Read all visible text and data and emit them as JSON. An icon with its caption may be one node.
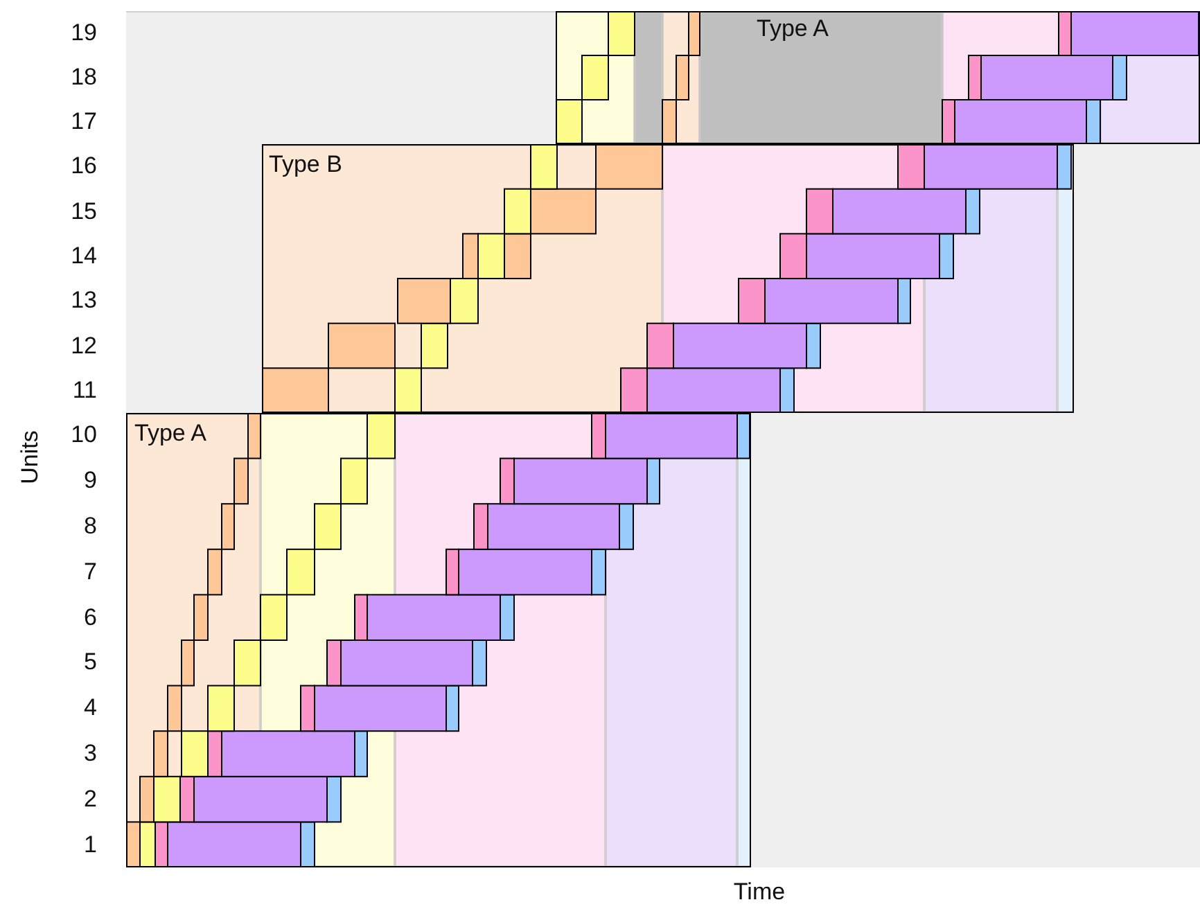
{
  "diagram": {
    "nodes": [
      {
        "text": [
          "Type A"
        ]
      },
      {
        "text": [
          "Type B"
        ]
      },
      {
        "text": [
          "Type A"
        ]
      }
    ],
    "labels": [
      "19",
      "18",
      "17",
      "16",
      "15",
      "14",
      "13",
      "12",
      "11",
      "10",
      "9",
      "8",
      "7",
      "6",
      "5",
      "4",
      "3",
      "2",
      "1",
      "Units",
      "Time"
    ]
  }
}
